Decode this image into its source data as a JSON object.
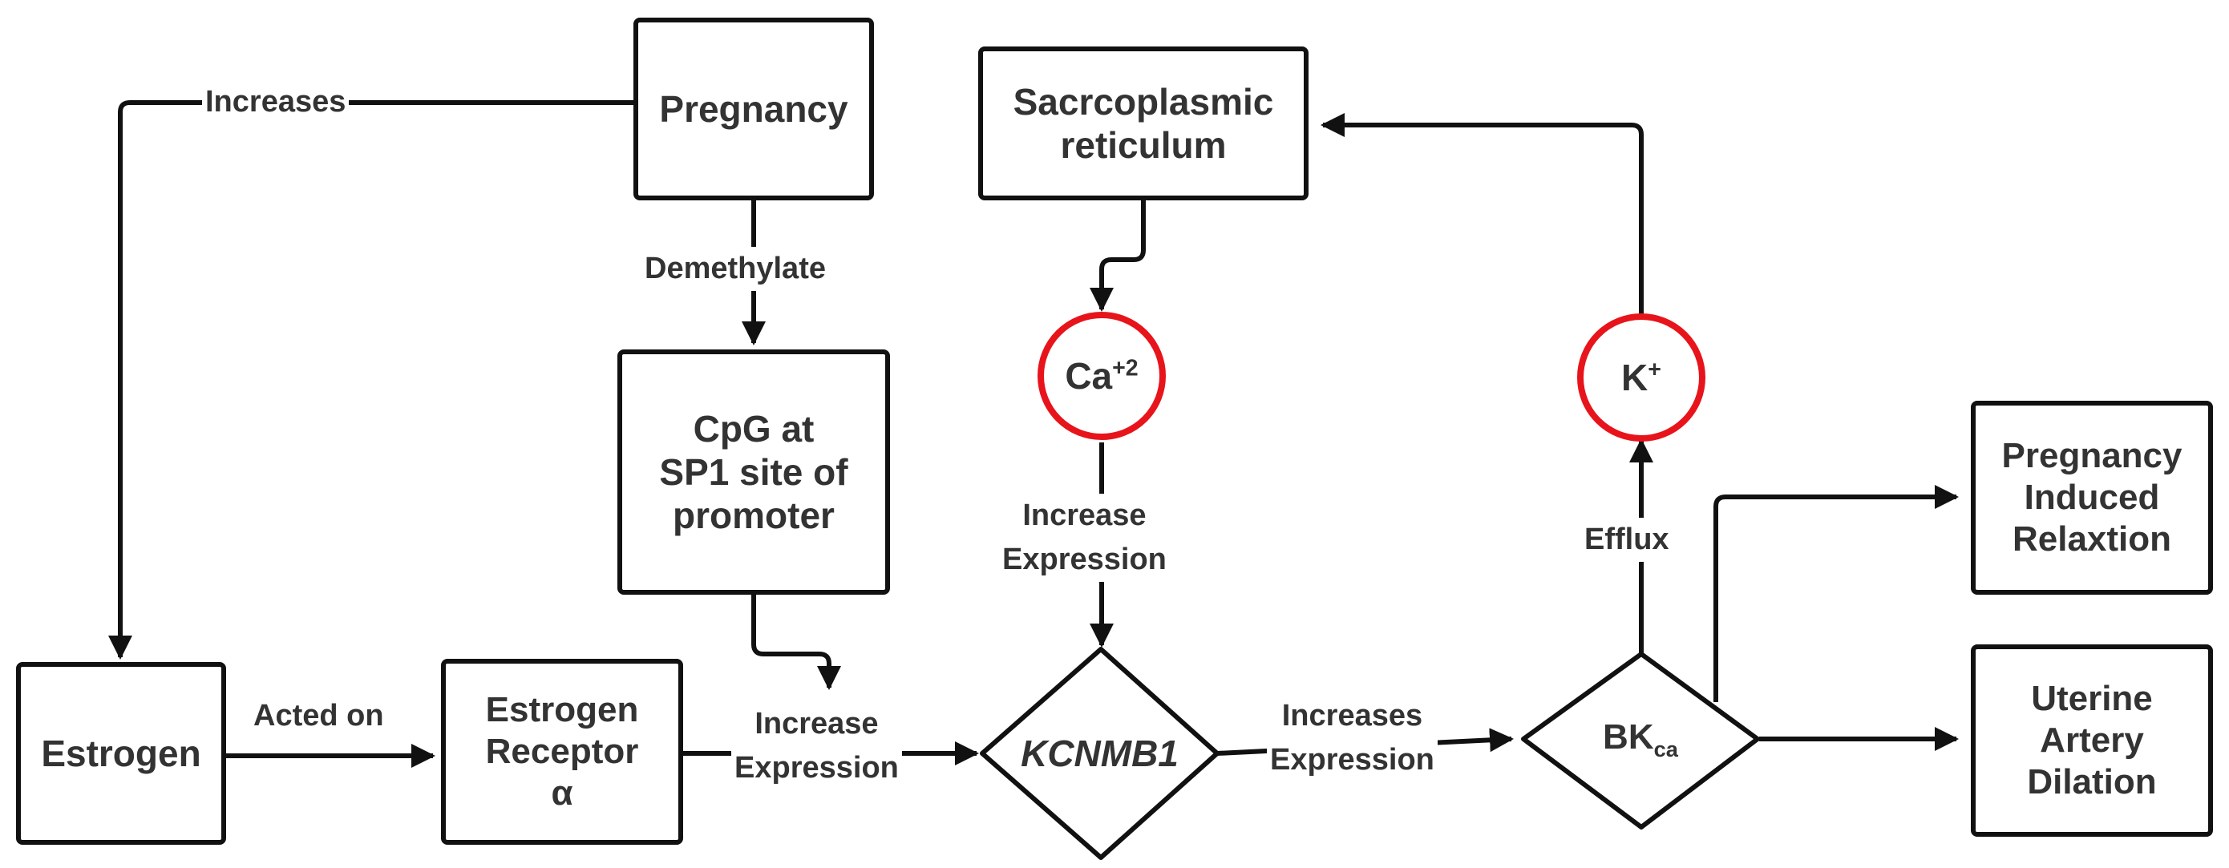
{
  "nodes": {
    "pregnancy": "Pregnancy",
    "sarcoplasmic_reticulum": "Sacrcoplasmic\nreticulum",
    "cpg": "CpG at\nSP1 site of\npromoter",
    "calcium": {
      "base": "Ca",
      "sup": "+2"
    },
    "potassium": {
      "base": "K",
      "sup": "+"
    },
    "estrogen": "Estrogen",
    "estrogen_receptor": "Estrogen\nReceptor\nα",
    "kcnmb1": "KCNMB1",
    "bkca": {
      "base": "BK",
      "sub": "ca"
    },
    "pregnancy_induced_relaxation": "Pregnancy\nInduced\nRelaxtion",
    "uterine_artery_dilation": "Uterine\nArtery\nDilation"
  },
  "edges": {
    "increases": "Increases",
    "demethylate": "Demethylate",
    "acted_on": "Acted on",
    "increase_expression_1": "Increase\nExpression",
    "increase_expression_2": "Increase\nExpression",
    "increases_expression": "Increases\nExpression",
    "efflux": "Efflux"
  },
  "colors": {
    "line": "#111111",
    "text": "#333333",
    "ion_ring": "#e8141b",
    "background": "#ffffff"
  }
}
